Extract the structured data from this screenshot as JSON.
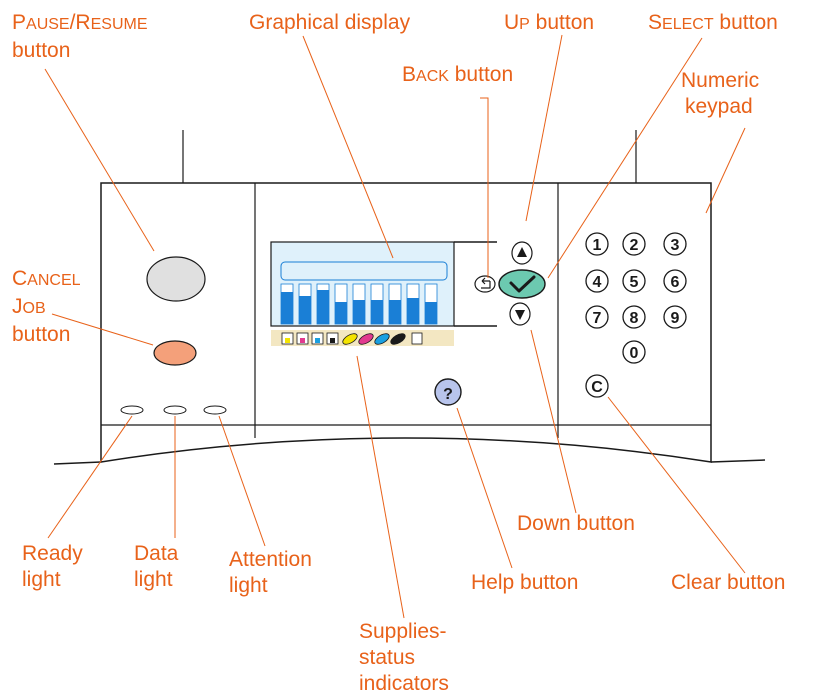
{
  "callouts": {
    "pause_resume": {
      "line1_a": "P",
      "line1_b": "AUSE",
      "line1_c": "/R",
      "line1_d": "ESUME",
      "line2": "button"
    },
    "graphical_display": "Graphical display",
    "up_button": {
      "a": "U",
      "b": "P",
      "c": " button"
    },
    "select_button": {
      "a": "S",
      "b": "ELECT",
      "c": " button"
    },
    "back_button": {
      "a": "B",
      "b": "ACK",
      "c": " button"
    },
    "numeric_keypad": {
      "line1": "Numeric",
      "line2": "keypad"
    },
    "cancel_job": {
      "line1_a": "C",
      "line1_b": "ANCEL",
      "line2_a": "J",
      "line2_b": "OB",
      "line3": "button"
    },
    "ready_light": {
      "line1": "Ready",
      "line2": "light"
    },
    "data_light": {
      "line1": "Data",
      "line2": "light"
    },
    "attention_light": {
      "line1": "Attention",
      "line2": "light"
    },
    "down_button": "Down button",
    "help_button": "Help button",
    "clear_button": "Clear button",
    "supplies_status": {
      "line1": "Supplies-",
      "line2": "status",
      "line3": "indicators"
    }
  },
  "keypad": [
    "1",
    "2",
    "3",
    "4",
    "5",
    "6",
    "7",
    "8",
    "9",
    "0"
  ],
  "clear_key": "C",
  "help_key": "?",
  "colors": {
    "callout": "#e8621a",
    "leader": "#e8621a",
    "panel_outline": "#1a1a1a",
    "display_bar": "#1a7fd6",
    "display_bg": "#dff1fb",
    "pause_button": "#e0e0e0",
    "cancel_button": "#f4a07a",
    "select_button": "#6cc9b0",
    "help_button": "#b8c4ec"
  }
}
